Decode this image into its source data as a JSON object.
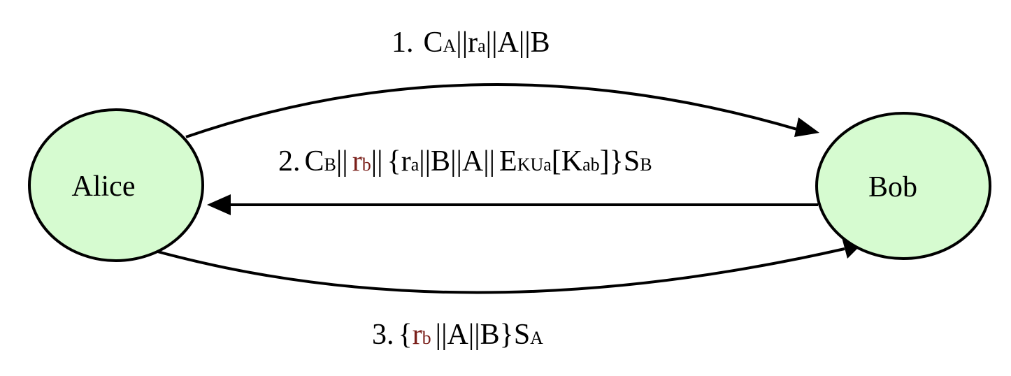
{
  "colors": {
    "node_fill": "#d6fbd0",
    "stroke": "#000000",
    "highlight": "#7a1f1a"
  },
  "nodes": {
    "alice": "Alice",
    "bob": "Bob"
  },
  "messages": {
    "m1": {
      "num": "1.",
      "c": "C",
      "c_sub": "A",
      "sep1": "||",
      "r": "r",
      "r_sub": "a",
      "sep2": "||A||B"
    },
    "m2": {
      "num": "2.",
      "c": "C",
      "c_sub": "B",
      "sep1": "||",
      "rb": "r",
      "rb_sub": "b",
      "sep2": "||",
      "brace_open": "{",
      "ra": "r",
      "ra_sub": "a",
      "mid": "||B||A||",
      "e": "E",
      "e_sub": "KUa",
      "bracket_open": "[",
      "k": "K",
      "k_sub": "ab",
      "close": "]}",
      "s": "S",
      "s_sub": "B"
    },
    "m3": {
      "num": "3.",
      "brace_open": "{",
      "rb": "r",
      "rb_sub": "b",
      "mid": "||A||B}",
      "s": "S",
      "s_sub": "A"
    }
  }
}
